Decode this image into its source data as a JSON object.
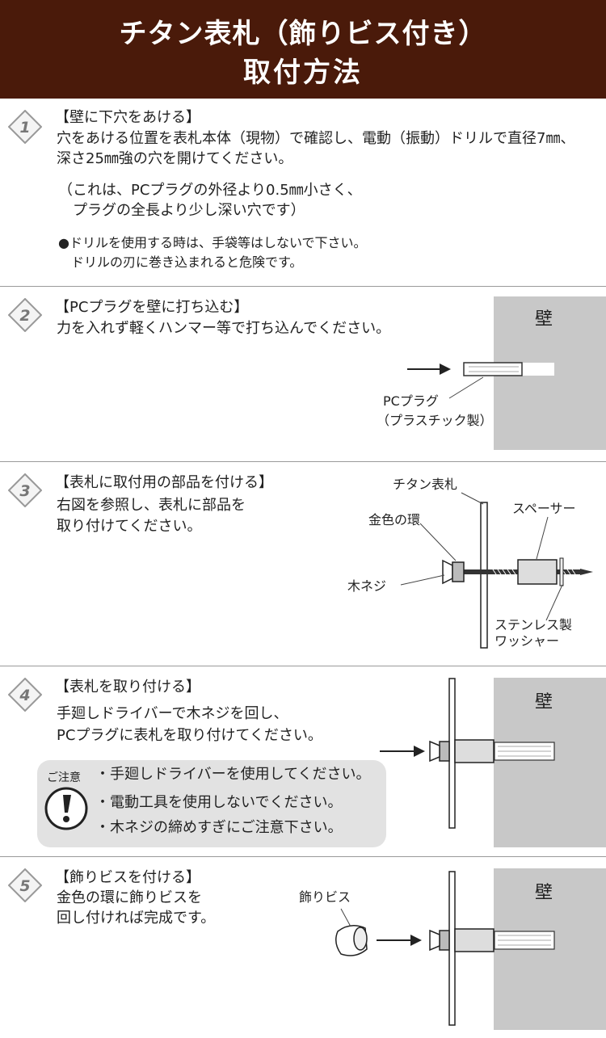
{
  "header": {
    "title_line1": "チタン表札（飾りビス付き）",
    "title_line2": "取付方法"
  },
  "colors": {
    "header_bg": "#4a1a0a",
    "wall_gray": "#c8c8c8",
    "caution_bg": "#e2e2e2"
  },
  "steps": [
    {
      "number": "1",
      "heading": "【壁に下穴をあける】",
      "lines": [
        "穴をあける位置を表札本体（現物）で確認し、電動（振動）ドリルで直径7㎜、",
        "深さ25㎜強の穴を開けてください。"
      ],
      "note_lines": [
        "（これは、PCプラグの外径より0.5㎜小さく、",
        "　プラグの全長より少し深い穴です）"
      ],
      "warning_lines": [
        "●ドリルを使用する時は、手袋等はしないで下さい。",
        "　ドリルの刃に巻き込まれると危険です。"
      ]
    },
    {
      "number": "2",
      "heading": "【PCプラグを壁に打ち込む】",
      "lines": [
        "力を入れず軽くハンマー等で打ち込んでください。"
      ],
      "wall_label": "壁",
      "part_label_1": "PCプラグ",
      "part_label_2": "（プラスチック製）"
    },
    {
      "number": "3",
      "heading": "【表札に取付用の部品を付ける】",
      "lines": [
        "右図を参照し、表札に部品を",
        "取り付けてください。"
      ],
      "labels": {
        "plate": "チタン表札",
        "ring": "金色の環",
        "spacer": "スペーサー",
        "screw": "木ネジ",
        "washer_1": "ステンレス製",
        "washer_2": "ワッシャー"
      }
    },
    {
      "number": "4",
      "heading": "【表札を取り付ける】",
      "lines": [
        "手廻しドライバーで木ネジを回し、",
        "PCプラグに表札を取り付けてください。"
      ],
      "wall_label": "壁",
      "caution_title": "ご注意",
      "caution_items": [
        "・手廻しドライバーを使用してください。",
        "・電動工具を使用しないでください。",
        "・木ネジの締めすぎにご注意下さい。"
      ]
    },
    {
      "number": "5",
      "heading": "【飾りビスを付ける】",
      "lines": [
        "金色の環に飾りビスを",
        "回し付ければ完成です。"
      ],
      "wall_label": "壁",
      "part_label": "飾りビス"
    }
  ]
}
